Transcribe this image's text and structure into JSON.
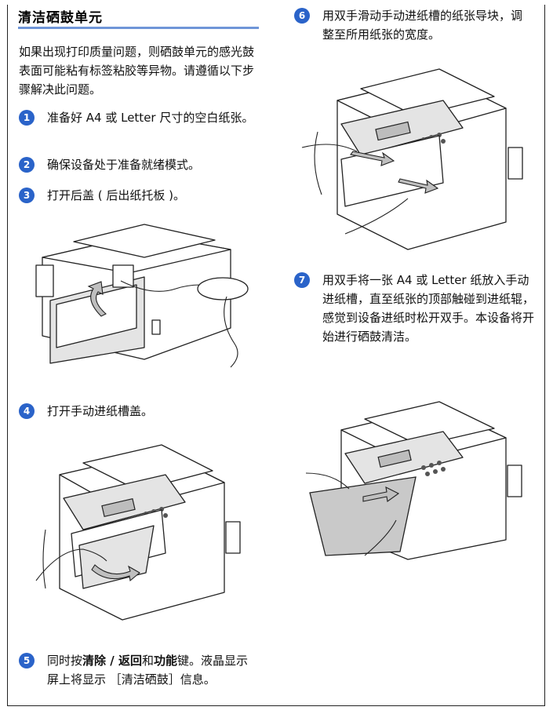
{
  "section": {
    "title": "清洁硒鼓单元",
    "intro": "如果出现打印质量问题，则硒鼓单元的感光鼓表面可能粘有标签粘胶等异物。请遵循以下步骤解决此问题。"
  },
  "steps": [
    {
      "num": "1",
      "text": "准备好 A4 或 Letter 尺寸的空白纸张。"
    },
    {
      "num": "2",
      "text": "确保设备处于准备就绪模式。"
    },
    {
      "num": "3",
      "text": "打开后盖 ( 后出纸托板 )。"
    },
    {
      "num": "4",
      "text": "打开手动进纸槽盖。"
    },
    {
      "num": "5",
      "text_a": "同时按",
      "key1": "清除 / 返回",
      "text_b": "和",
      "key2": "功能",
      "text_c": "键。液晶显示屏上将显示 ［清洁硒鼓］信息。"
    },
    {
      "num": "6",
      "text": "用双手滑动手动进纸槽的纸张导块，调整至所用纸张的宽度。"
    },
    {
      "num": "7",
      "text": "用双手将一张 A4 或 Letter 纸放入手动进纸槽，直至纸张的顶部触碰到进纸辊，感觉到设备进纸时松开双手。本设备将开始进行硒鼓清洁。"
    }
  ],
  "colors": {
    "accent": "#2a63c9",
    "rule": "#6f95d8"
  }
}
